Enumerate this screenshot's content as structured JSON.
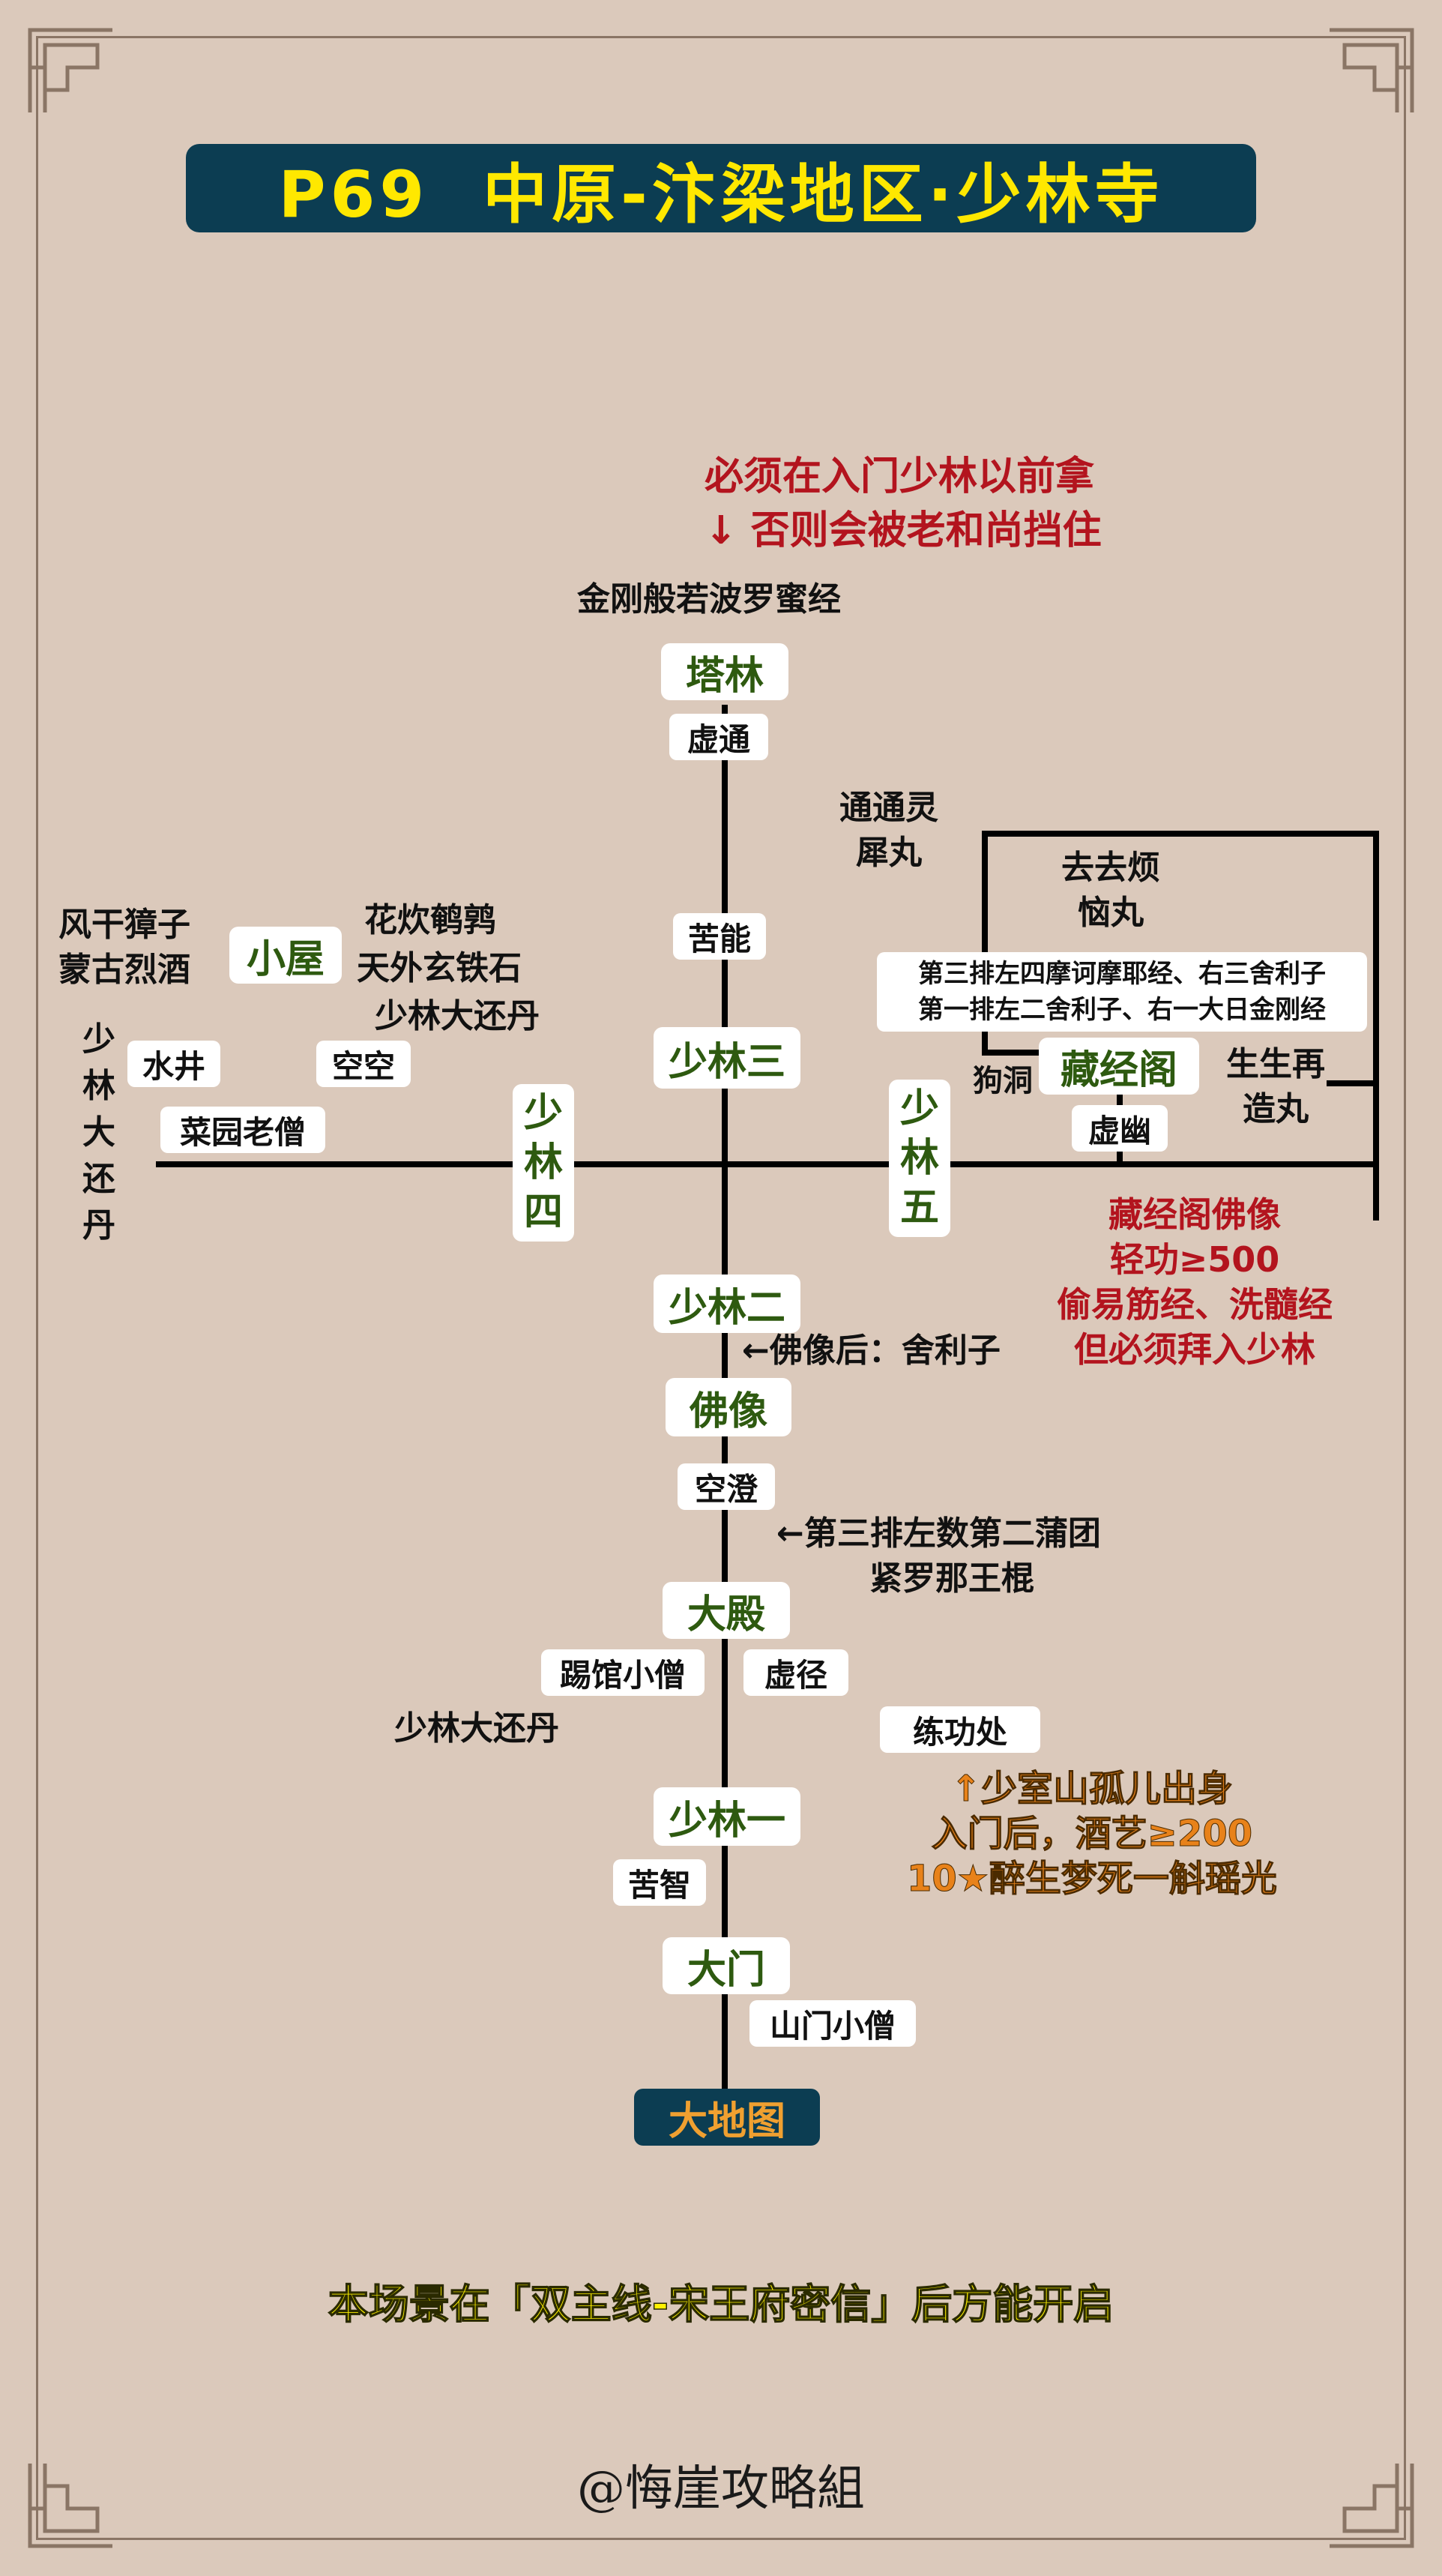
{
  "title": "P69  中原-汴梁地区·少林寺",
  "nodes": {
    "talin": "塔林",
    "shaolin3": "少林三",
    "shaolin2": "少林二",
    "shaolin1": "少林一",
    "shaolin4": [
      "少",
      "林",
      "四"
    ],
    "shaolin5": [
      "少",
      "林",
      "五"
    ],
    "foxiang": "佛像",
    "dadian": "大殿",
    "damen": "大门",
    "cangjingge": "藏经阁",
    "xiaowu": "小屋",
    "daditu": "大地图"
  },
  "labels": {
    "xutong": "虚通",
    "kuneng": "苦能",
    "kongcheng": "空澄",
    "xujing": "虚径",
    "tiguan": "踢馆小僧",
    "lianggong": "练功处",
    "kuzhi": "苦智",
    "shanmen": "山门小僧",
    "xuyou": "虚幽",
    "shuijing": "水井",
    "kongkong": "空空",
    "caiyuan": "菜园老僧"
  },
  "texts": {
    "red_warning": [
      "必须在入门少林以前拿",
      "↓ 否则会被老和尚挡住"
    ],
    "jingang": "金刚般若波罗蜜经",
    "tongtong": [
      "通通灵",
      "犀丸"
    ],
    "ququ": [
      "去去烦",
      "恼丸"
    ],
    "shelves": [
      "第三排左四摩诃摩耶经、右三舍利子",
      "第一排左二舍利子、右一大日金刚经"
    ],
    "goudong": "狗洞",
    "shengsheng": [
      "生生再",
      "造丸"
    ],
    "fenggan": [
      "风干獐子",
      "蒙古烈酒"
    ],
    "huazhi": [
      "花炊鹌鹑",
      "天外玄铁石",
      "少林大还丹"
    ],
    "left_vertical": [
      "少",
      "林",
      "大",
      "还",
      "丹"
    ],
    "cang_red": [
      "藏经阁佛像",
      "轻功≥500",
      "偷易筋经、洗髓经",
      "但必须拜入少林"
    ],
    "foxianghou": "←佛像后：舍利子",
    "putuan": [
      "←第三排左数第二蒲团",
      "紧罗那王棍"
    ],
    "dahuandan": "少林大还丹",
    "orange_note": [
      "↑少室山孤儿出身",
      "入门后，酒艺≥200",
      "10★醉生梦死一斛瑶光"
    ],
    "footer": "本场景在「双主线-宋王府密信」后方能开启",
    "credit": "@悔崖攻略組"
  },
  "colors": {
    "background": "#dbc9bb",
    "title_bg": "#0c3d52",
    "title_text": "#ffe800",
    "node_text": "#2e5a10",
    "red_note": "#b3141e",
    "orange_note": "#e8821a",
    "footer_text": "#fff200"
  }
}
